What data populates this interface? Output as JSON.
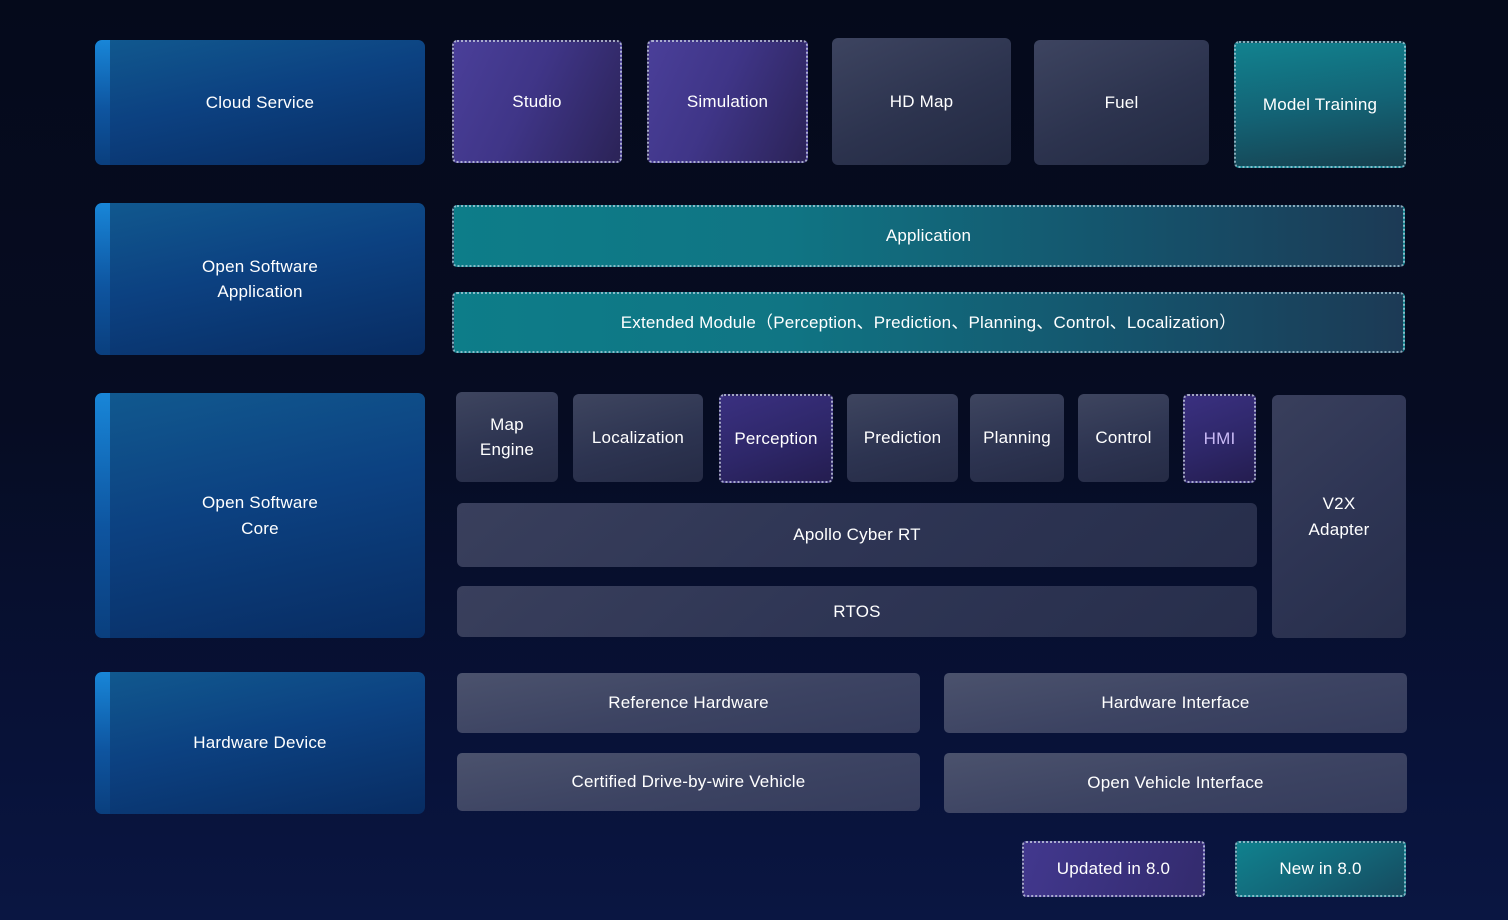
{
  "palette": {
    "background_top": "#050a1b",
    "background_bottom": "#0a1642",
    "category_blue": "#0c4181",
    "category_accent_blue": "#1886d8",
    "updated_purple": "#3f3587",
    "new_teal": "#107584",
    "neutral_slate": "#2d3451",
    "hardware_slate": "#3c4362",
    "text": "#ffffff",
    "hmi_text": "#c9b9f5"
  },
  "cloud_service": {
    "category": "Cloud Service",
    "studio": "Studio",
    "simulation": "Simulation",
    "hd_map": "HD Map",
    "fuel": "Fuel",
    "model_training": "Model Training"
  },
  "open_software_application": {
    "category": "Open Software\nApplication",
    "application": "Application",
    "extended_module": "Extended Module（Perception、Prediction、Planning、Control、Localization）"
  },
  "open_software_core": {
    "category": "Open Software\nCore",
    "map_engine": "Map\nEngine",
    "localization": "Localization",
    "perception": "Perception",
    "prediction": "Prediction",
    "planning": "Planning",
    "control": "Control",
    "hmi": "HMI",
    "apollo_cyber_rt": "Apollo Cyber RT",
    "rtos": "RTOS",
    "v2x_adapter": "V2X\nAdapter"
  },
  "hardware_device": {
    "category": "Hardware Device",
    "reference_hardware": "Reference Hardware",
    "hardware_interface": "Hardware Interface",
    "certified_drive_by_wire_vehicle": "Certified Drive-by-wire Vehicle",
    "open_vehicle_interface": "Open Vehicle Interface"
  },
  "legend": {
    "updated": "Updated in 8.0",
    "new": "New in 8.0"
  }
}
